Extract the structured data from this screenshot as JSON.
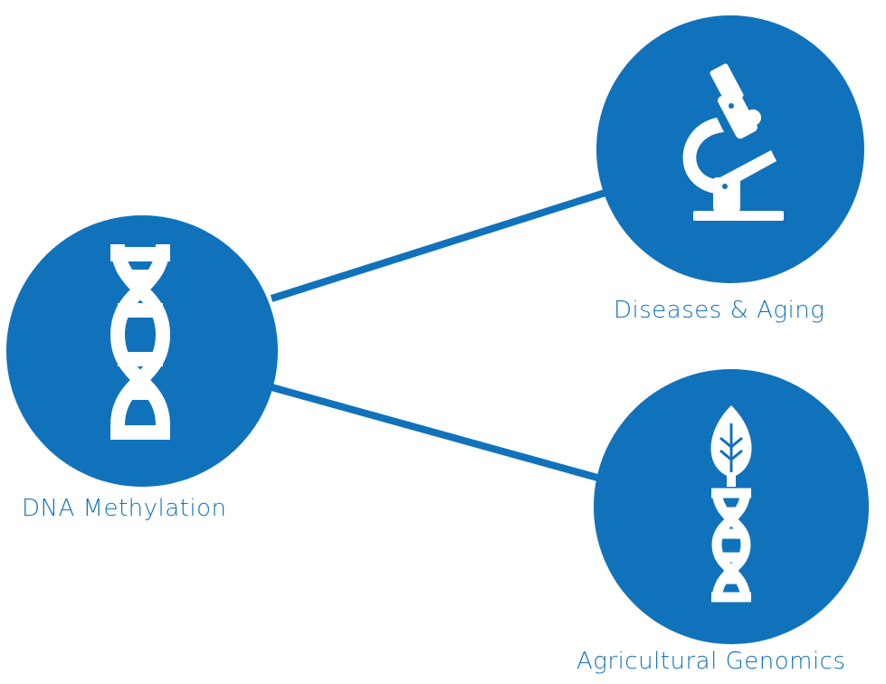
{
  "colors": {
    "node_fill": "#1172BC",
    "edge": "#1172BC",
    "icon": "#ffffff",
    "label": "#1172BC"
  },
  "nodes": [
    {
      "id": "dna",
      "label": "DNA Methylation",
      "icon": "dna-helix-icon"
    },
    {
      "id": "diseases",
      "label": "Diseases & Aging",
      "icon": "microscope-icon"
    },
    {
      "id": "agri",
      "label": "Agricultural Genomics",
      "icon": "leaf-dna-icon"
    }
  ],
  "edges": [
    {
      "from": "dna",
      "to": "diseases"
    },
    {
      "from": "dna",
      "to": "agri"
    }
  ]
}
